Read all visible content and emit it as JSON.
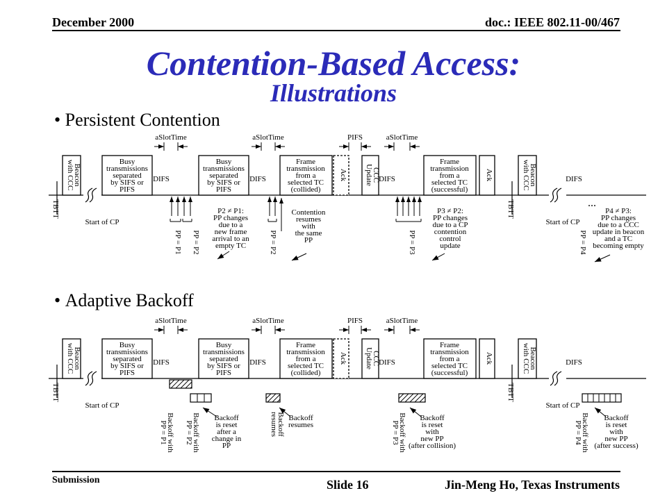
{
  "header": {
    "date": "December 2000",
    "doc": "doc.: IEEE 802.11-00/467"
  },
  "title": {
    "main": "Contention-Based Access:",
    "sub": "Illustrations"
  },
  "bullets": {
    "persistent": "Persistent Contention",
    "adaptive": "Adaptive Backoff"
  },
  "footer": {
    "submission": "Submission",
    "slide": "Slide 16",
    "author": "Jin-Meng Ho, Texas Instruments"
  },
  "diagram": {
    "timing": {
      "slot": "aSlotTime",
      "pifs": "PIFS",
      "difs": "DIFS",
      "tbtt": "TBTT",
      "start_cp": "Start of CP",
      "ellipsis": "..."
    },
    "boxes": {
      "beacon": [
        "Beacon",
        "with CCC"
      ],
      "busy": [
        "Busy",
        "transmissions",
        "separated",
        "by SIFS or",
        "PIFS"
      ],
      "frame_collided": [
        "Frame",
        "transmission",
        "from a",
        "selected TC",
        "(collided)"
      ],
      "ack": "Ack",
      "ccc": [
        "CCC",
        "Update"
      ],
      "frame_success": [
        "Frame",
        "transmission",
        "from a",
        "selected TC",
        "(successful)"
      ]
    },
    "persistent": {
      "pp_labels": [
        "PP = P1",
        "PP = P2",
        "PP = P2",
        "PP = P3",
        "PP = P4"
      ],
      "note_p2": [
        "P2 ≠ P1:",
        "PP changes",
        "due to a",
        "new frame",
        "arrival to an",
        "empty TC"
      ],
      "note_resume": [
        "Contention",
        "resumes",
        "with",
        "the same",
        "PP"
      ],
      "note_p3": [
        "P3 ≠ P2:",
        "PP changes",
        "due to a CP",
        "contention",
        "control",
        "update"
      ],
      "note_p4": [
        "P4 ≠ P3:",
        "PP changes",
        "due to a CCC",
        "update in beacon",
        "and a TC",
        "becoming empty"
      ]
    },
    "adaptive": {
      "bo_p1": [
        "Backoff with",
        "PP = P1"
      ],
      "bo_p2": [
        "Backoff with",
        "PP = P2"
      ],
      "note_reset": [
        "Backoff",
        "is reset",
        "after a",
        "change in",
        "PP"
      ],
      "bo_resumes": [
        "Backoff",
        "resumes"
      ],
      "note_resumes": [
        "Backoff",
        "resumes"
      ],
      "bo_p3": [
        "Backoff with",
        "PP = P3"
      ],
      "note_reset_collision": [
        "Backoff",
        "is reset",
        "with",
        "new PP",
        "(after collision)"
      ],
      "bo_p4": [
        "Backoff with",
        "PP = P4"
      ],
      "note_reset_success": [
        "Backoff",
        "is reset",
        "with",
        "new PP",
        "(after success)"
      ]
    }
  }
}
